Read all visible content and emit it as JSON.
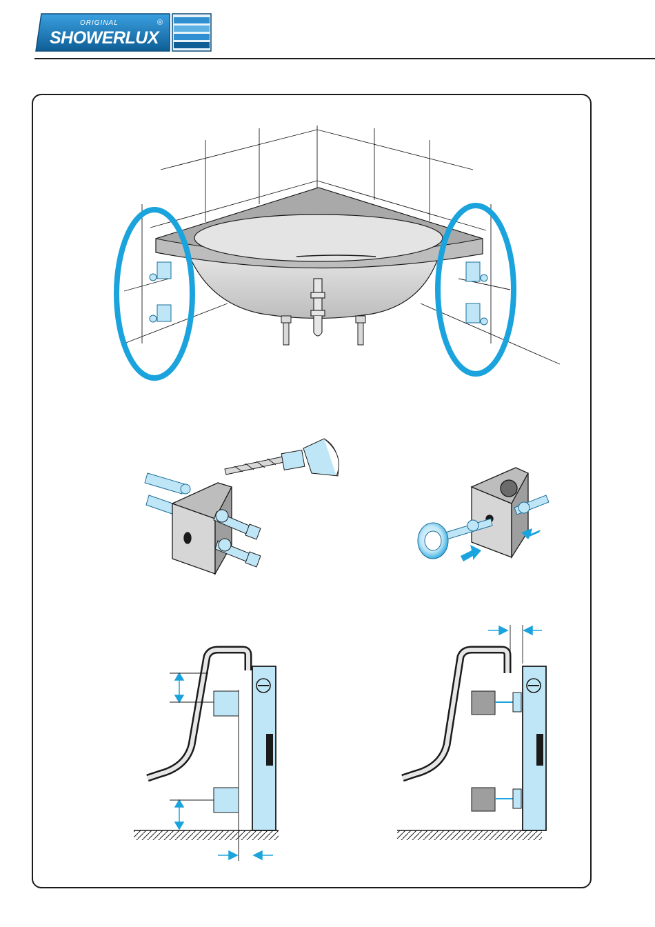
{
  "brand": {
    "prefix": "ORIGINAL",
    "name": "SHOWERLUX",
    "registered": "®"
  },
  "colors": {
    "accent": "#1aa3dc",
    "accent_light": "#bfe6f7",
    "brand_blue": "#1e86c8",
    "brand_dark": "#0f5e96",
    "line": "#1a1a1a",
    "tub": "#cfcfcf",
    "tub_shade": "#9e9e9e"
  },
  "icons": {
    "logo": "showerlux-logo",
    "drill": "drill-bit-icon",
    "bracket": "wall-bracket-icon",
    "foot": "adjustable-foot-icon",
    "arrow": "blue-arrow-icon"
  }
}
